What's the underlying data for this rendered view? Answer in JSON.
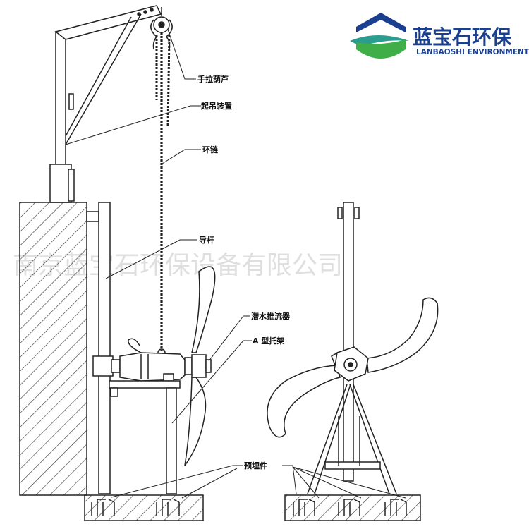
{
  "brand": {
    "name_cn": "蓝宝石环保",
    "name_en": "LANBAOSHI ENVIRONMENT",
    "colors": {
      "blue": "#1b3f8f",
      "green": "#3fae49",
      "teal": "#2a9d8f"
    }
  },
  "watermark": "南京蓝宝石环保设备有限公司",
  "labels": {
    "hoist": "手拉葫芦",
    "lifting_device": "起吊装置",
    "chain": "环链",
    "guide_rod": "导杆",
    "mixer": "潜水推流器",
    "a_bracket": "A 型托架",
    "embedded_parts": "预埋件"
  }
}
